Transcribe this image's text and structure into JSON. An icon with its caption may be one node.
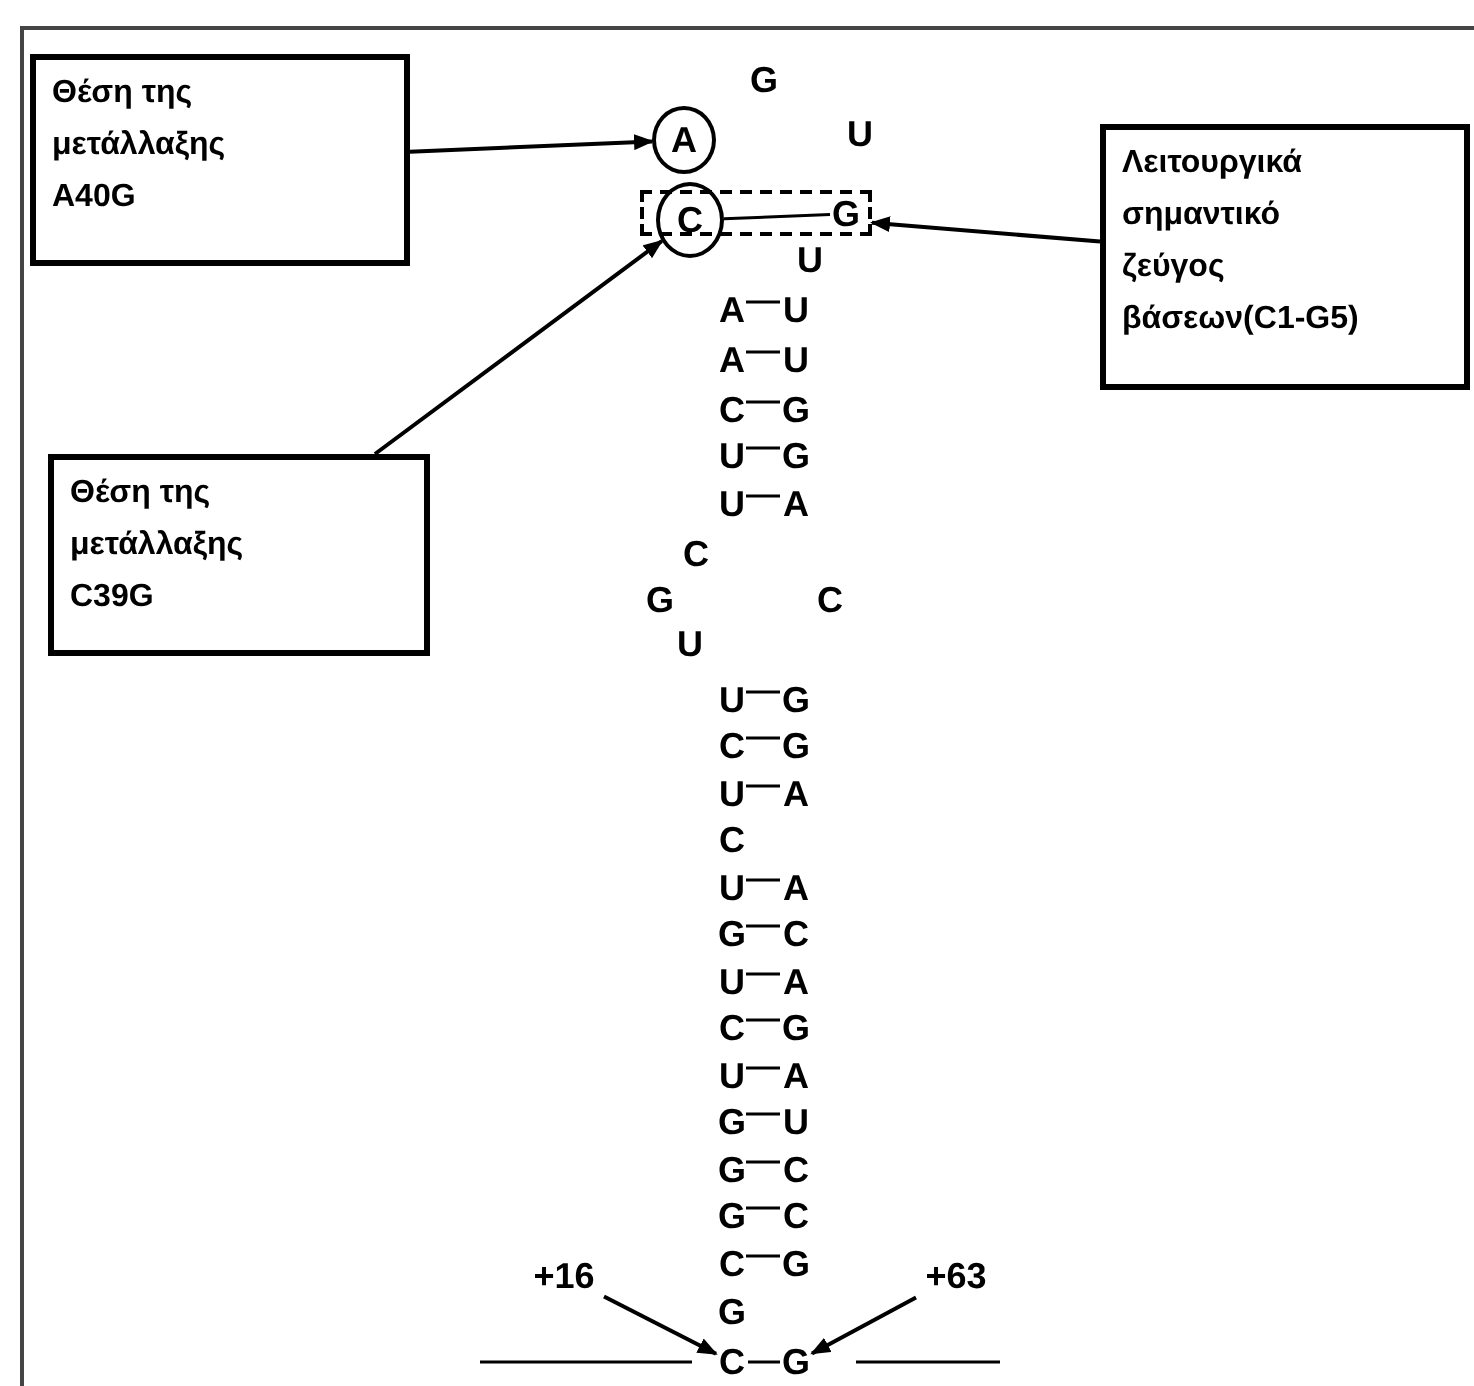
{
  "diagram": {
    "nodes": [
      {
        "text": [
          "Θέση της μετάλλαξης A40G"
        ]
      },
      {
        "text": [
          "Θέση της μετάλλαξης C39G"
        ]
      },
      {
        "text": [
          "Λειτουργικά σημαντικό ζεύγος βάσεων(C1-G5)"
        ]
      },
      {
        "text": [
          "A"
        ]
      },
      {
        "text": [
          "C"
        ]
      },
      {
        "text": [],
        "shape": "box"
      },
      {
        "text": [
          "+16"
        ]
      },
      {
        "text": [
          "+63"
        ]
      },
      {
        "text": [
          "C"
        ]
      },
      {
        "text": [
          "G"
        ]
      },
      {
        "text": [
          "G"
        ],
        "in": 5
      }
    ],
    "edges": [
      {
        "from": 0,
        "to": 3,
        "arrow": "to"
      },
      {
        "from": 2,
        "to": 5,
        "arrow": "to"
      },
      {
        "from": 1,
        "to": 4,
        "arrow": "to"
      },
      {
        "from": 6,
        "to": 8,
        "arrow": "to"
      },
      {
        "from": 7,
        "to": 9,
        "arrow": "to"
      },
      {
        "from": 4,
        "to": 10,
        "arrow": "none"
      },
      {
        "from": 8,
        "to": 9,
        "arrow": "none"
      }
    ],
    "labels": [
      "G",
      "U",
      "U",
      "A",
      "U",
      "A",
      "U",
      "C",
      "G",
      "U",
      "G",
      "U",
      "A",
      "C",
      "G",
      "C",
      "U",
      "U",
      "G",
      "C",
      "G",
      "U",
      "A",
      "C",
      "U",
      "A",
      "G",
      "C",
      "U",
      "A",
      "C",
      "G",
      "U",
      "A",
      "G",
      "U",
      "G",
      "C",
      "G",
      "C",
      "C",
      "G",
      "G"
    ]
  }
}
